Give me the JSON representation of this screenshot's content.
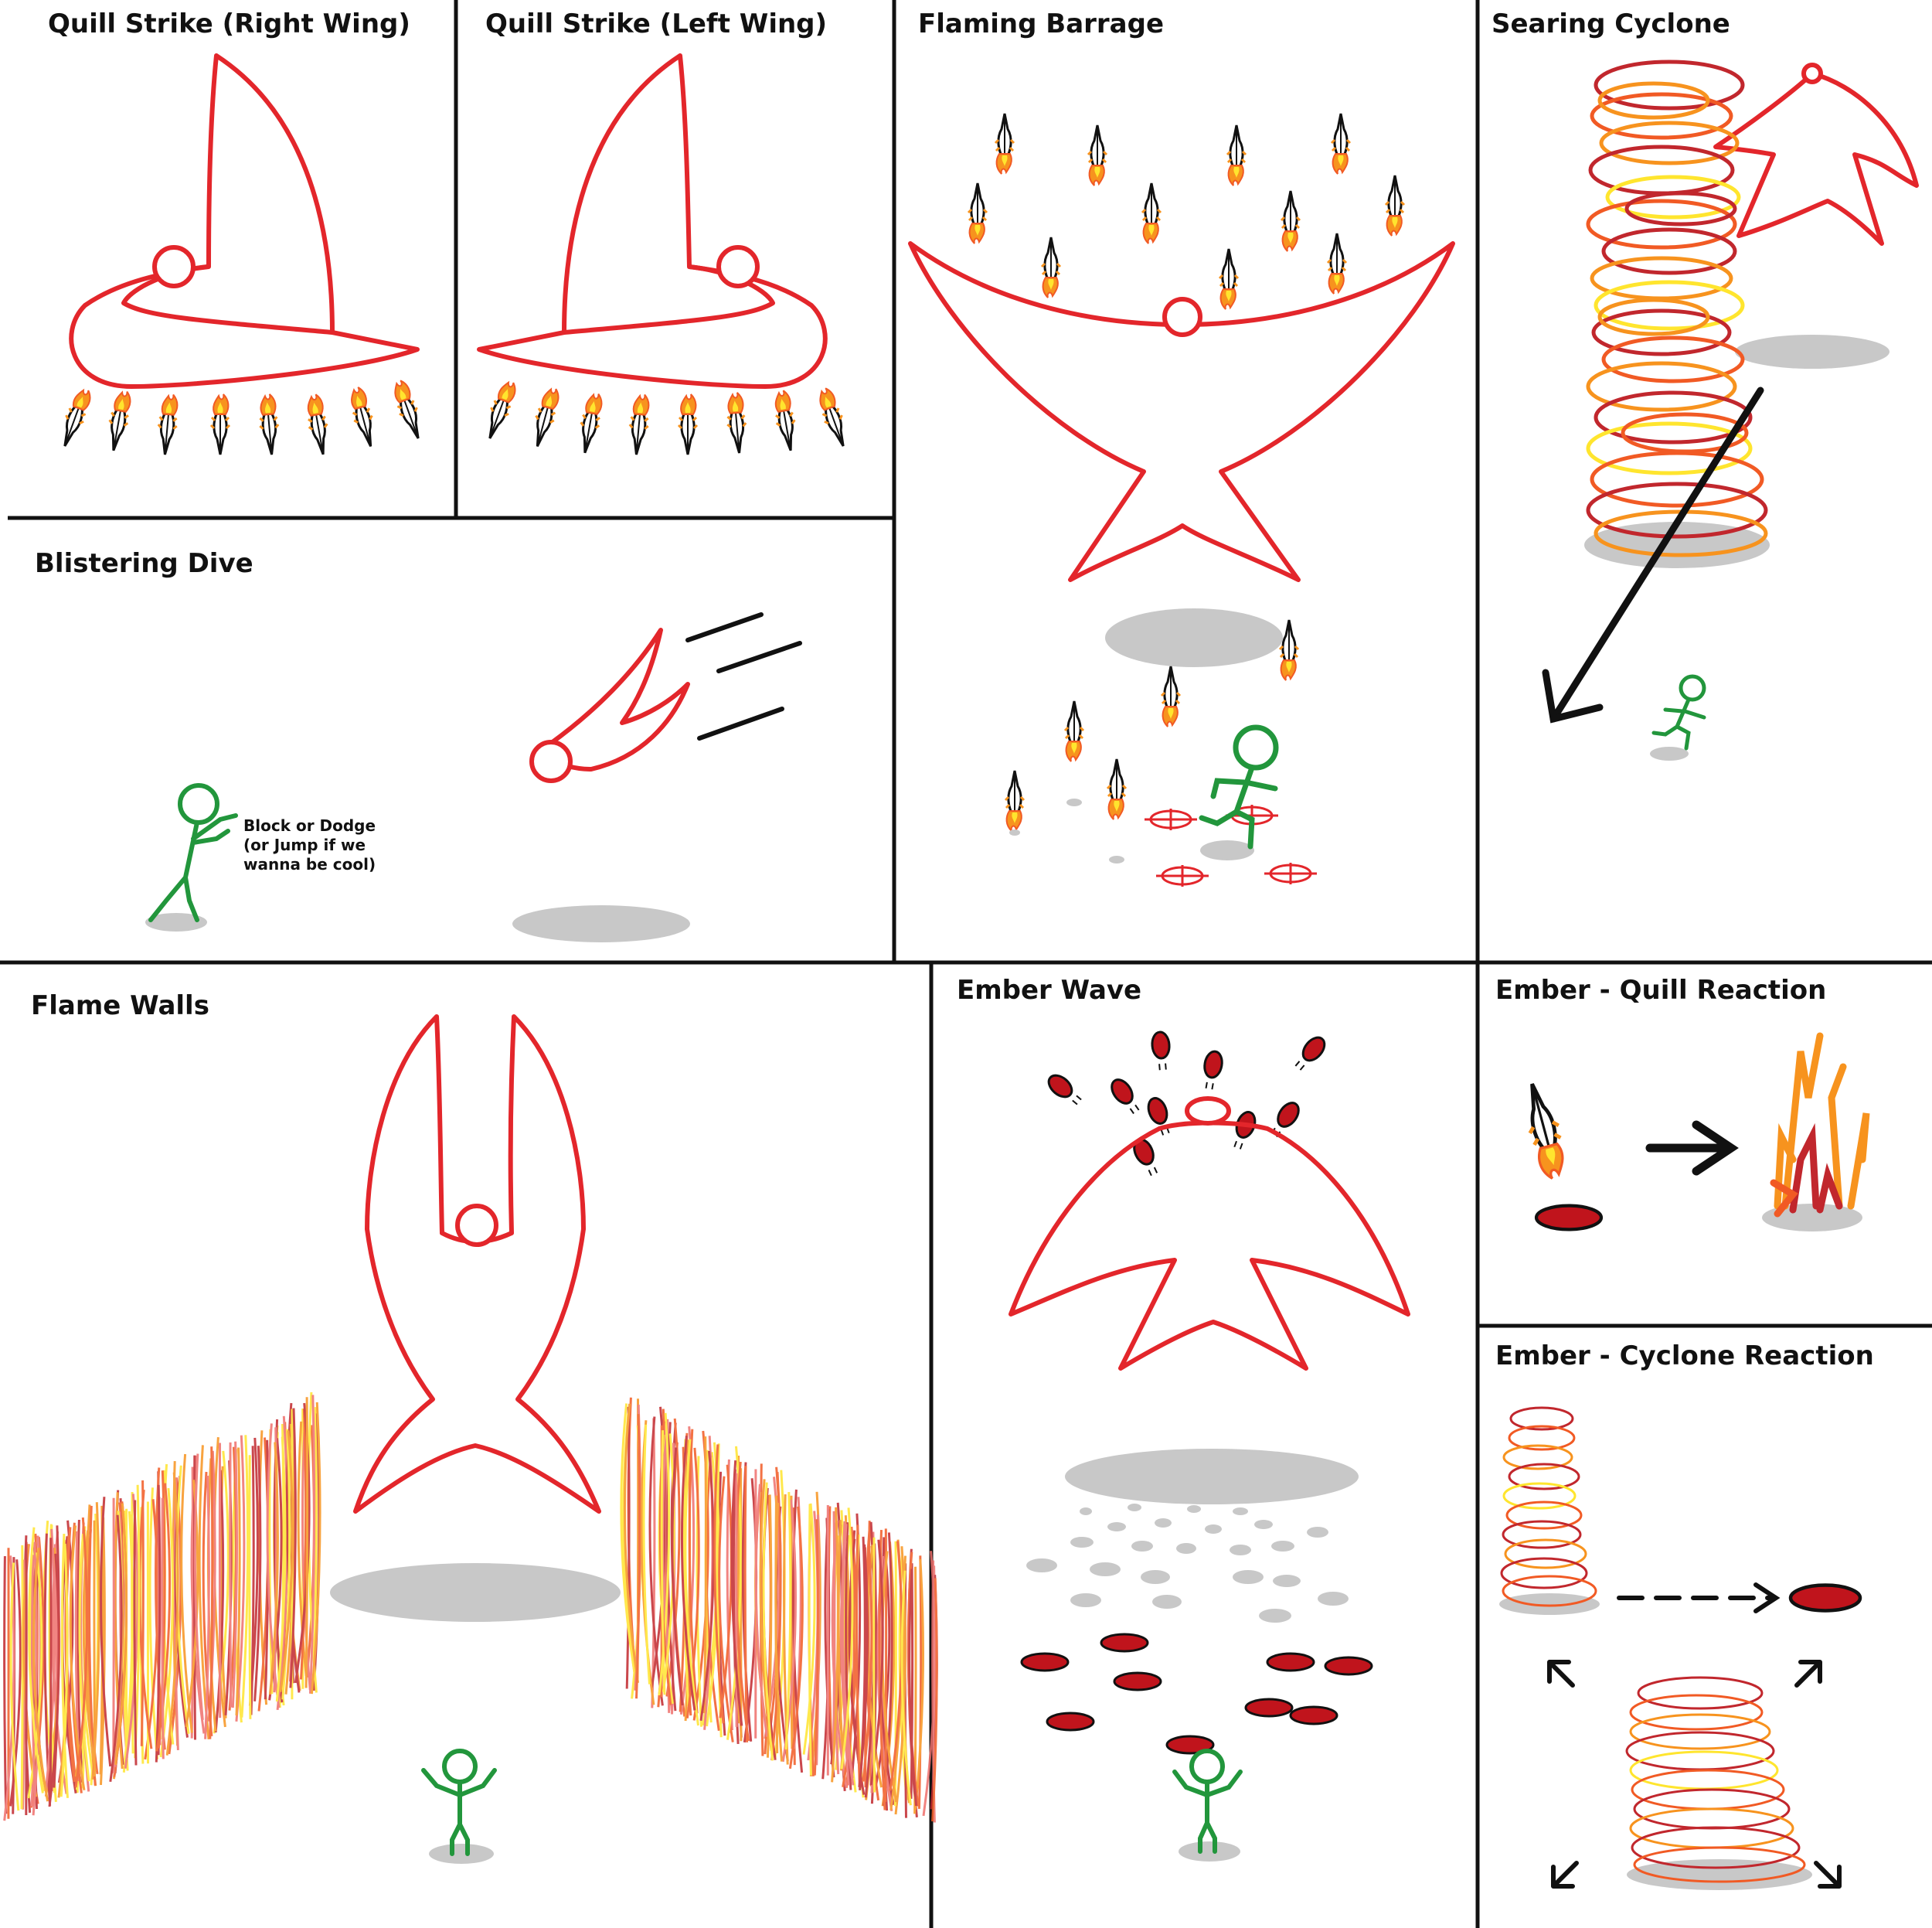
{
  "panels": {
    "quill_strike_right": {
      "title": "Quill Strike (Right Wing)"
    },
    "quill_strike_left": {
      "title": "Quill Strike (Left Wing)"
    },
    "flaming_barrage": {
      "title": "Flaming Barrage"
    },
    "searing_cyclone": {
      "title": "Searing Cyclone"
    },
    "blistering_dive": {
      "title": "Blistering Dive",
      "note_lines": [
        "Block or Dodge",
        "(or Jump if we",
        "wanna be cool)"
      ]
    },
    "flame_walls": {
      "title": "Flame Walls"
    },
    "ember_wave": {
      "title": "Ember Wave"
    },
    "ember_quill_reaction": {
      "title": "Ember - Quill Reaction"
    },
    "ember_cyclone_reaction": {
      "title": "Ember - Cyclone Reaction"
    }
  },
  "colors": {
    "boss_outline": "#e3262b",
    "player": "#22963c",
    "shadow": "#c8c8c8",
    "ember": "#c0141c",
    "fire_orange": "#f7931e",
    "fire_yellow": "#ffe52e",
    "fire_red": "#c1272d",
    "panel_border": "#111111"
  },
  "icons": [
    "flaming-feather-icon",
    "stick-figure-icon",
    "target-marker-icon",
    "arrow-icon",
    "fire-tornado-icon"
  ]
}
